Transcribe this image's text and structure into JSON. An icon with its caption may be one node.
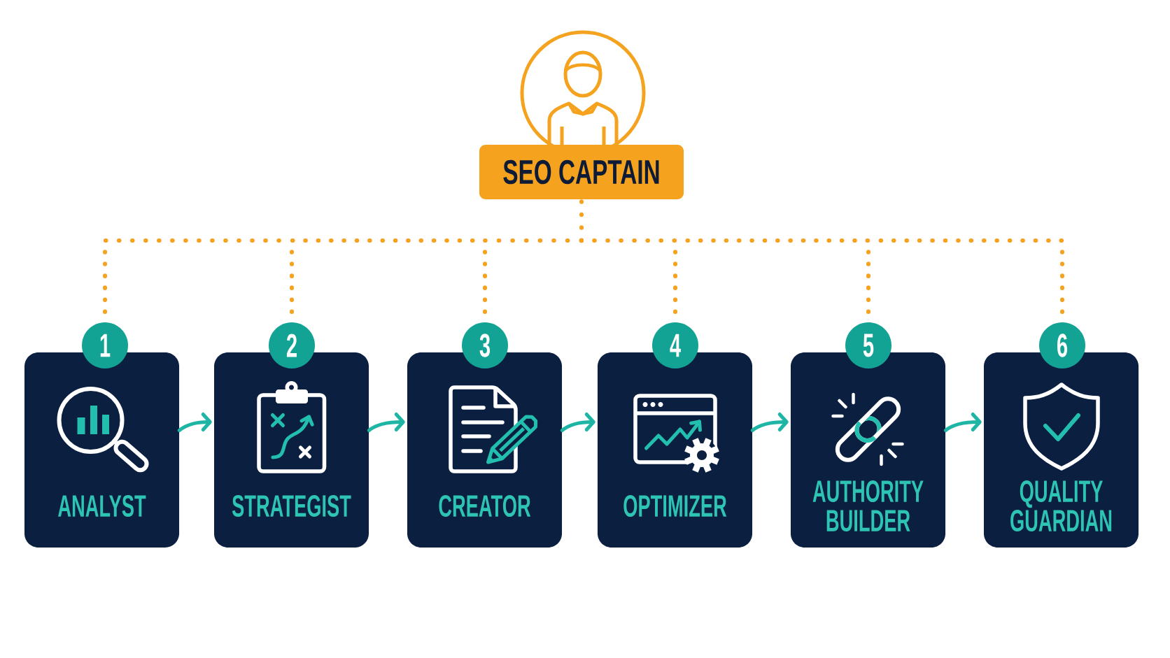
{
  "diagram": {
    "nodes": [
      {
        "text": [
          "SEO CAPTAIN"
        ]
      },
      {
        "text": [
          "1"
        ]
      },
      {
        "text": [
          "2"
        ]
      },
      {
        "text": [
          "3"
        ]
      },
      {
        "text": [
          "4"
        ]
      },
      {
        "text": [
          "5"
        ]
      },
      {
        "text": [
          "6"
        ]
      },
      {
        "text": [
          "ANALYST"
        ]
      },
      {
        "text": [
          "STRATEGIST"
        ]
      },
      {
        "text": [
          "CREATOR"
        ]
      },
      {
        "text": [
          "OPTIMIZER"
        ]
      },
      {
        "text": [
          "AUTHORITY BUILDER"
        ]
      },
      {
        "text": [
          "QUALITY GUARDIAN"
        ]
      }
    ],
    "edges": [
      {
        "from": 0,
        "to": 1,
        "arrow": "none",
        "style": "dashed",
        "color": "#f5a21f"
      },
      {
        "from": 0,
        "to": 2,
        "arrow": "none",
        "style": "dashed",
        "color": "#f5a21f"
      },
      {
        "from": 0,
        "to": 3,
        "arrow": "none",
        "style": "dashed",
        "color": "#f5a21f"
      },
      {
        "from": 0,
        "to": 4,
        "arrow": "none",
        "style": "dashed",
        "color": "#f5a21f"
      },
      {
        "from": 0,
        "to": 5,
        "arrow": "none",
        "style": "dashed",
        "color": "#f5a21f"
      },
      {
        "from": 0,
        "to": 6,
        "arrow": "none",
        "style": "dashed",
        "color": "#f5a21f"
      },
      {
        "from": 7,
        "to": 8,
        "arrow": "to",
        "color": "#1fb5a5"
      },
      {
        "from": 8,
        "to": 9,
        "arrow": "to",
        "color": "#1fb5a5"
      },
      {
        "from": 9,
        "to": 10,
        "arrow": "to",
        "color": "#1fb5a5"
      },
      {
        "from": 10,
        "to": 11,
        "arrow": "to",
        "color": "#1fb5a5"
      },
      {
        "from": 11,
        "to": 12,
        "arrow": "to",
        "color": "#1fb5a5"
      }
    ]
  }
}
